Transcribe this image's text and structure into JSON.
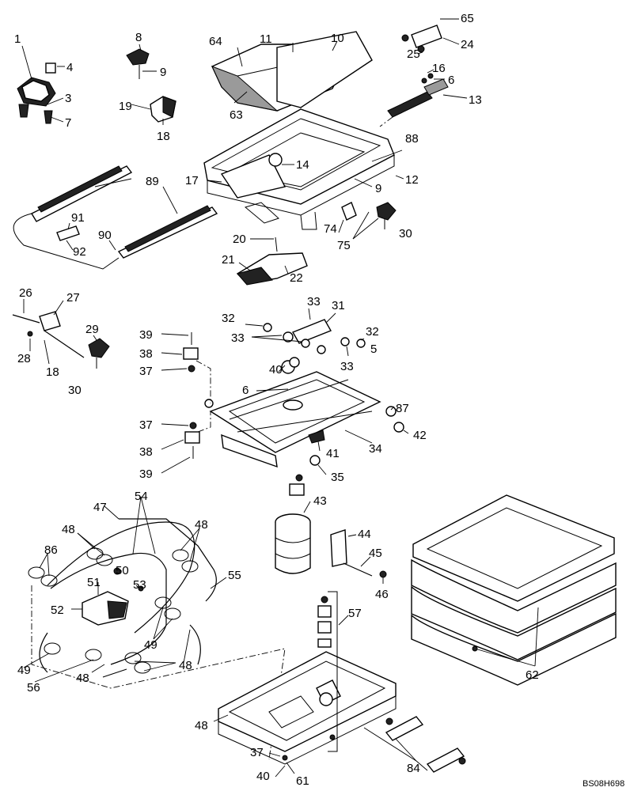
{
  "drawing_ref": "BS08H698",
  "labels": {
    "l1": "1",
    "l3": "3",
    "l4": "4",
    "l5": "5",
    "l6a": "6",
    "l6b": "6",
    "l7": "7",
    "l8": "8",
    "l9a": "9",
    "l9b": "9",
    "l10": "10",
    "l11": "11",
    "l12": "12",
    "l13": "13",
    "l14": "14",
    "l16": "16",
    "l17": "17",
    "l18a": "18",
    "l18b": "18",
    "l19": "19",
    "l20": "20",
    "l21": "21",
    "l22": "22",
    "l24": "24",
    "l25": "25",
    "l26": "26",
    "l27": "27",
    "l28": "28",
    "l29": "29",
    "l30a": "30",
    "l30b": "30",
    "l31": "31",
    "l32a": "32",
    "l32b": "32",
    "l33a": "33",
    "l33b": "33",
    "l33c": "33",
    "l34": "34",
    "l35": "35",
    "l37a": "37",
    "l37b": "37",
    "l37c": "37",
    "l38a": "38",
    "l38b": "38",
    "l39a": "39",
    "l39b": "39",
    "l40a": "40",
    "l40b": "40",
    "l41": "41",
    "l42": "42",
    "l43": "43",
    "l44": "44",
    "l45": "45",
    "l46": "46",
    "l47": "47",
    "l48a": "48",
    "l48b": "48",
    "l48c": "48",
    "l48d": "48",
    "l48e": "48",
    "l49a": "49",
    "l49b": "49",
    "l50": "50",
    "l51": "51",
    "l52": "52",
    "l53": "53",
    "l54": "54",
    "l55": "55",
    "l56": "56",
    "l57": "57",
    "l61": "61",
    "l62": "62",
    "l63": "63",
    "l64": "64",
    "l65": "65",
    "l74": "74",
    "l75": "75",
    "l84": "84",
    "l86": "86",
    "l87": "87",
    "l88": "88",
    "l89": "89",
    "l90": "90",
    "l91": "91",
    "l92": "92"
  }
}
